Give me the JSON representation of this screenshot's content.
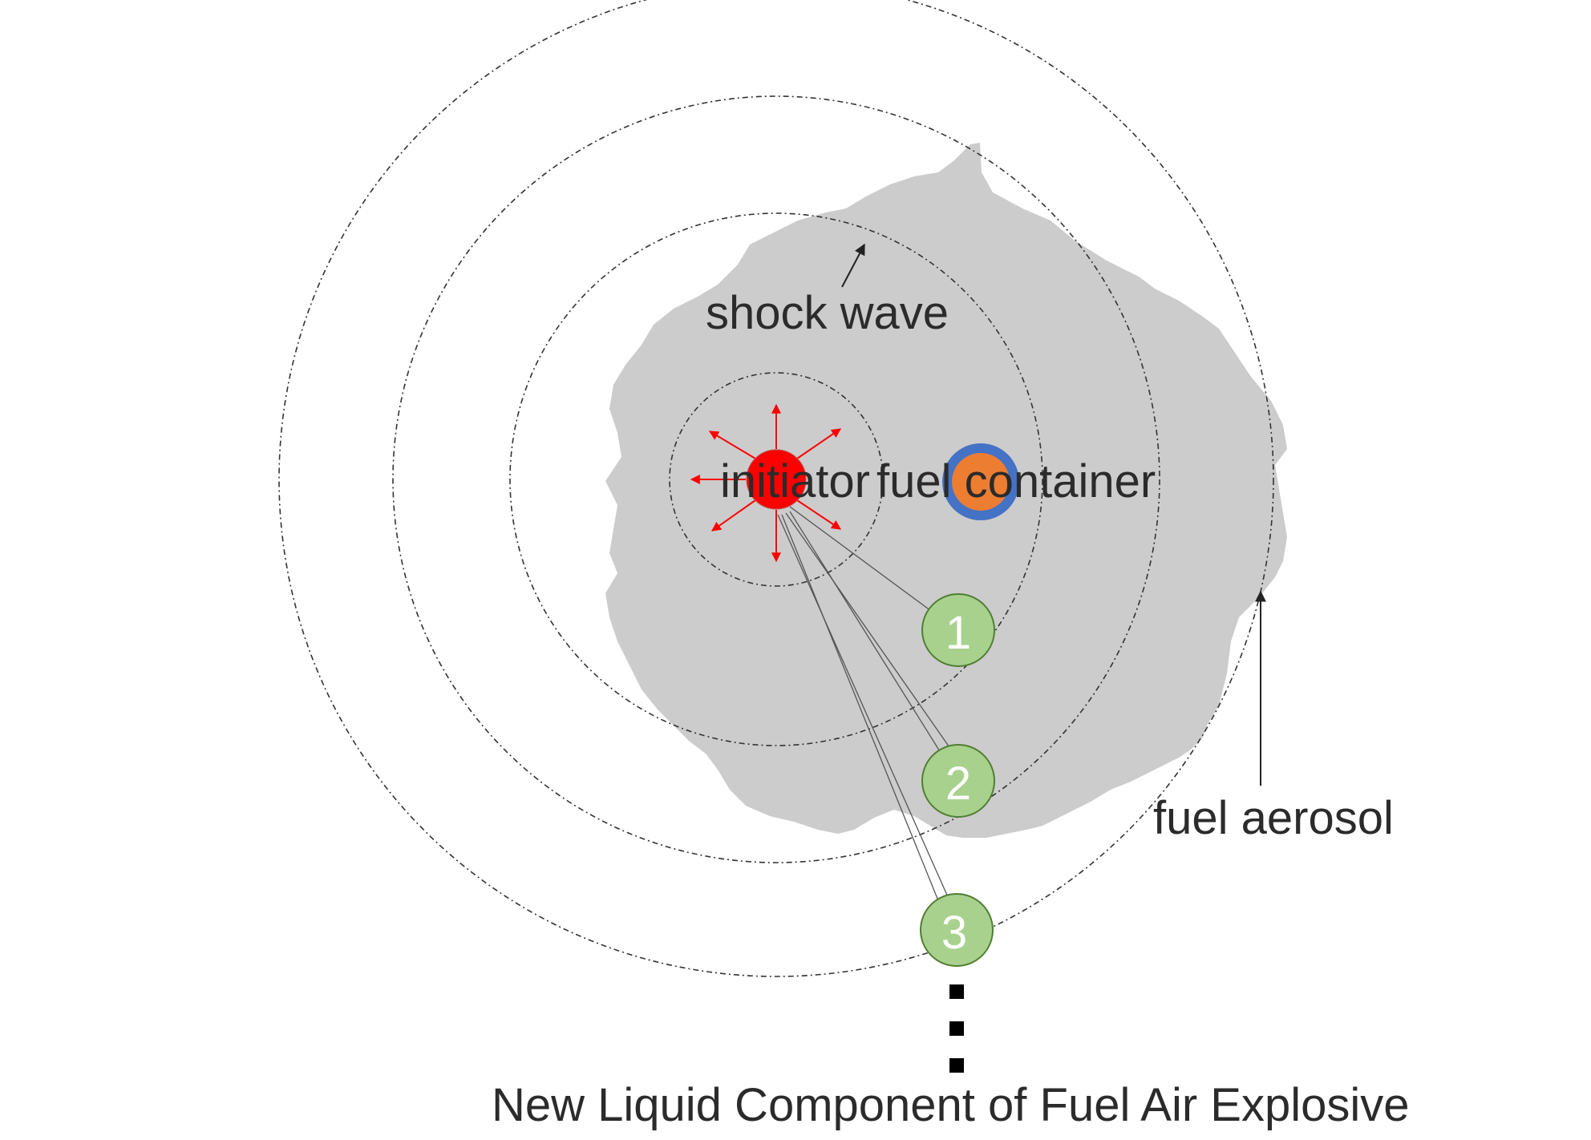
{
  "labels": {
    "shock_wave": "shock wave",
    "initiator": "initiator",
    "fuel_container": "fuel container",
    "fuel_aerosol": "fuel aerosol",
    "caption": "New Liquid Component of Fuel Air Explosive"
  },
  "components": [
    {
      "number": "1"
    },
    {
      "number": "2"
    },
    {
      "number": "3"
    }
  ],
  "colors": {
    "aerosol_cloud": "#cccccc",
    "initiator": "#ff0000",
    "initiator_arrows": "#ff0000",
    "fuel_container_core": "#ed7d31",
    "fuel_container_ring": "#4472c4",
    "component_fill": "#a9d18e",
    "component_stroke": "#507e32",
    "text": "#2b2b2b"
  }
}
